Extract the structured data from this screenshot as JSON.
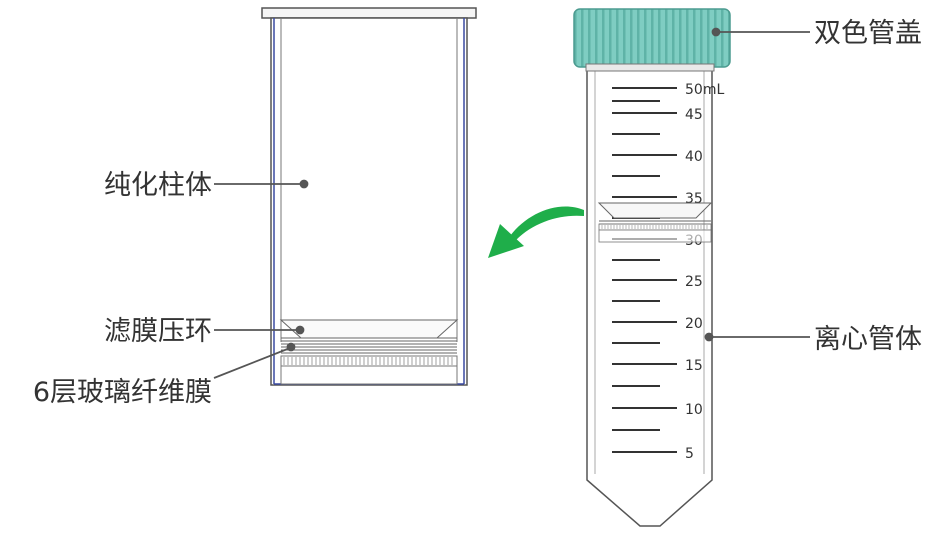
{
  "labels": {
    "column_body": "纯化柱体",
    "filter_ring": "滤膜压环",
    "glass_fiber": "6层玻璃纤维膜",
    "cap": "双色管盖",
    "tube_body": "离心管体"
  },
  "scale_marks": [
    "50mL",
    "45",
    "40",
    "35",
    "30",
    "25",
    "20",
    "15",
    "10",
    "5"
  ],
  "colors": {
    "cap": "#7fcdc2",
    "cap_stripe": "#5fb3a7",
    "arrow": "#1fae4a",
    "outline": "#555555",
    "column_inner": "#3a4aa0",
    "text": "#333333"
  }
}
